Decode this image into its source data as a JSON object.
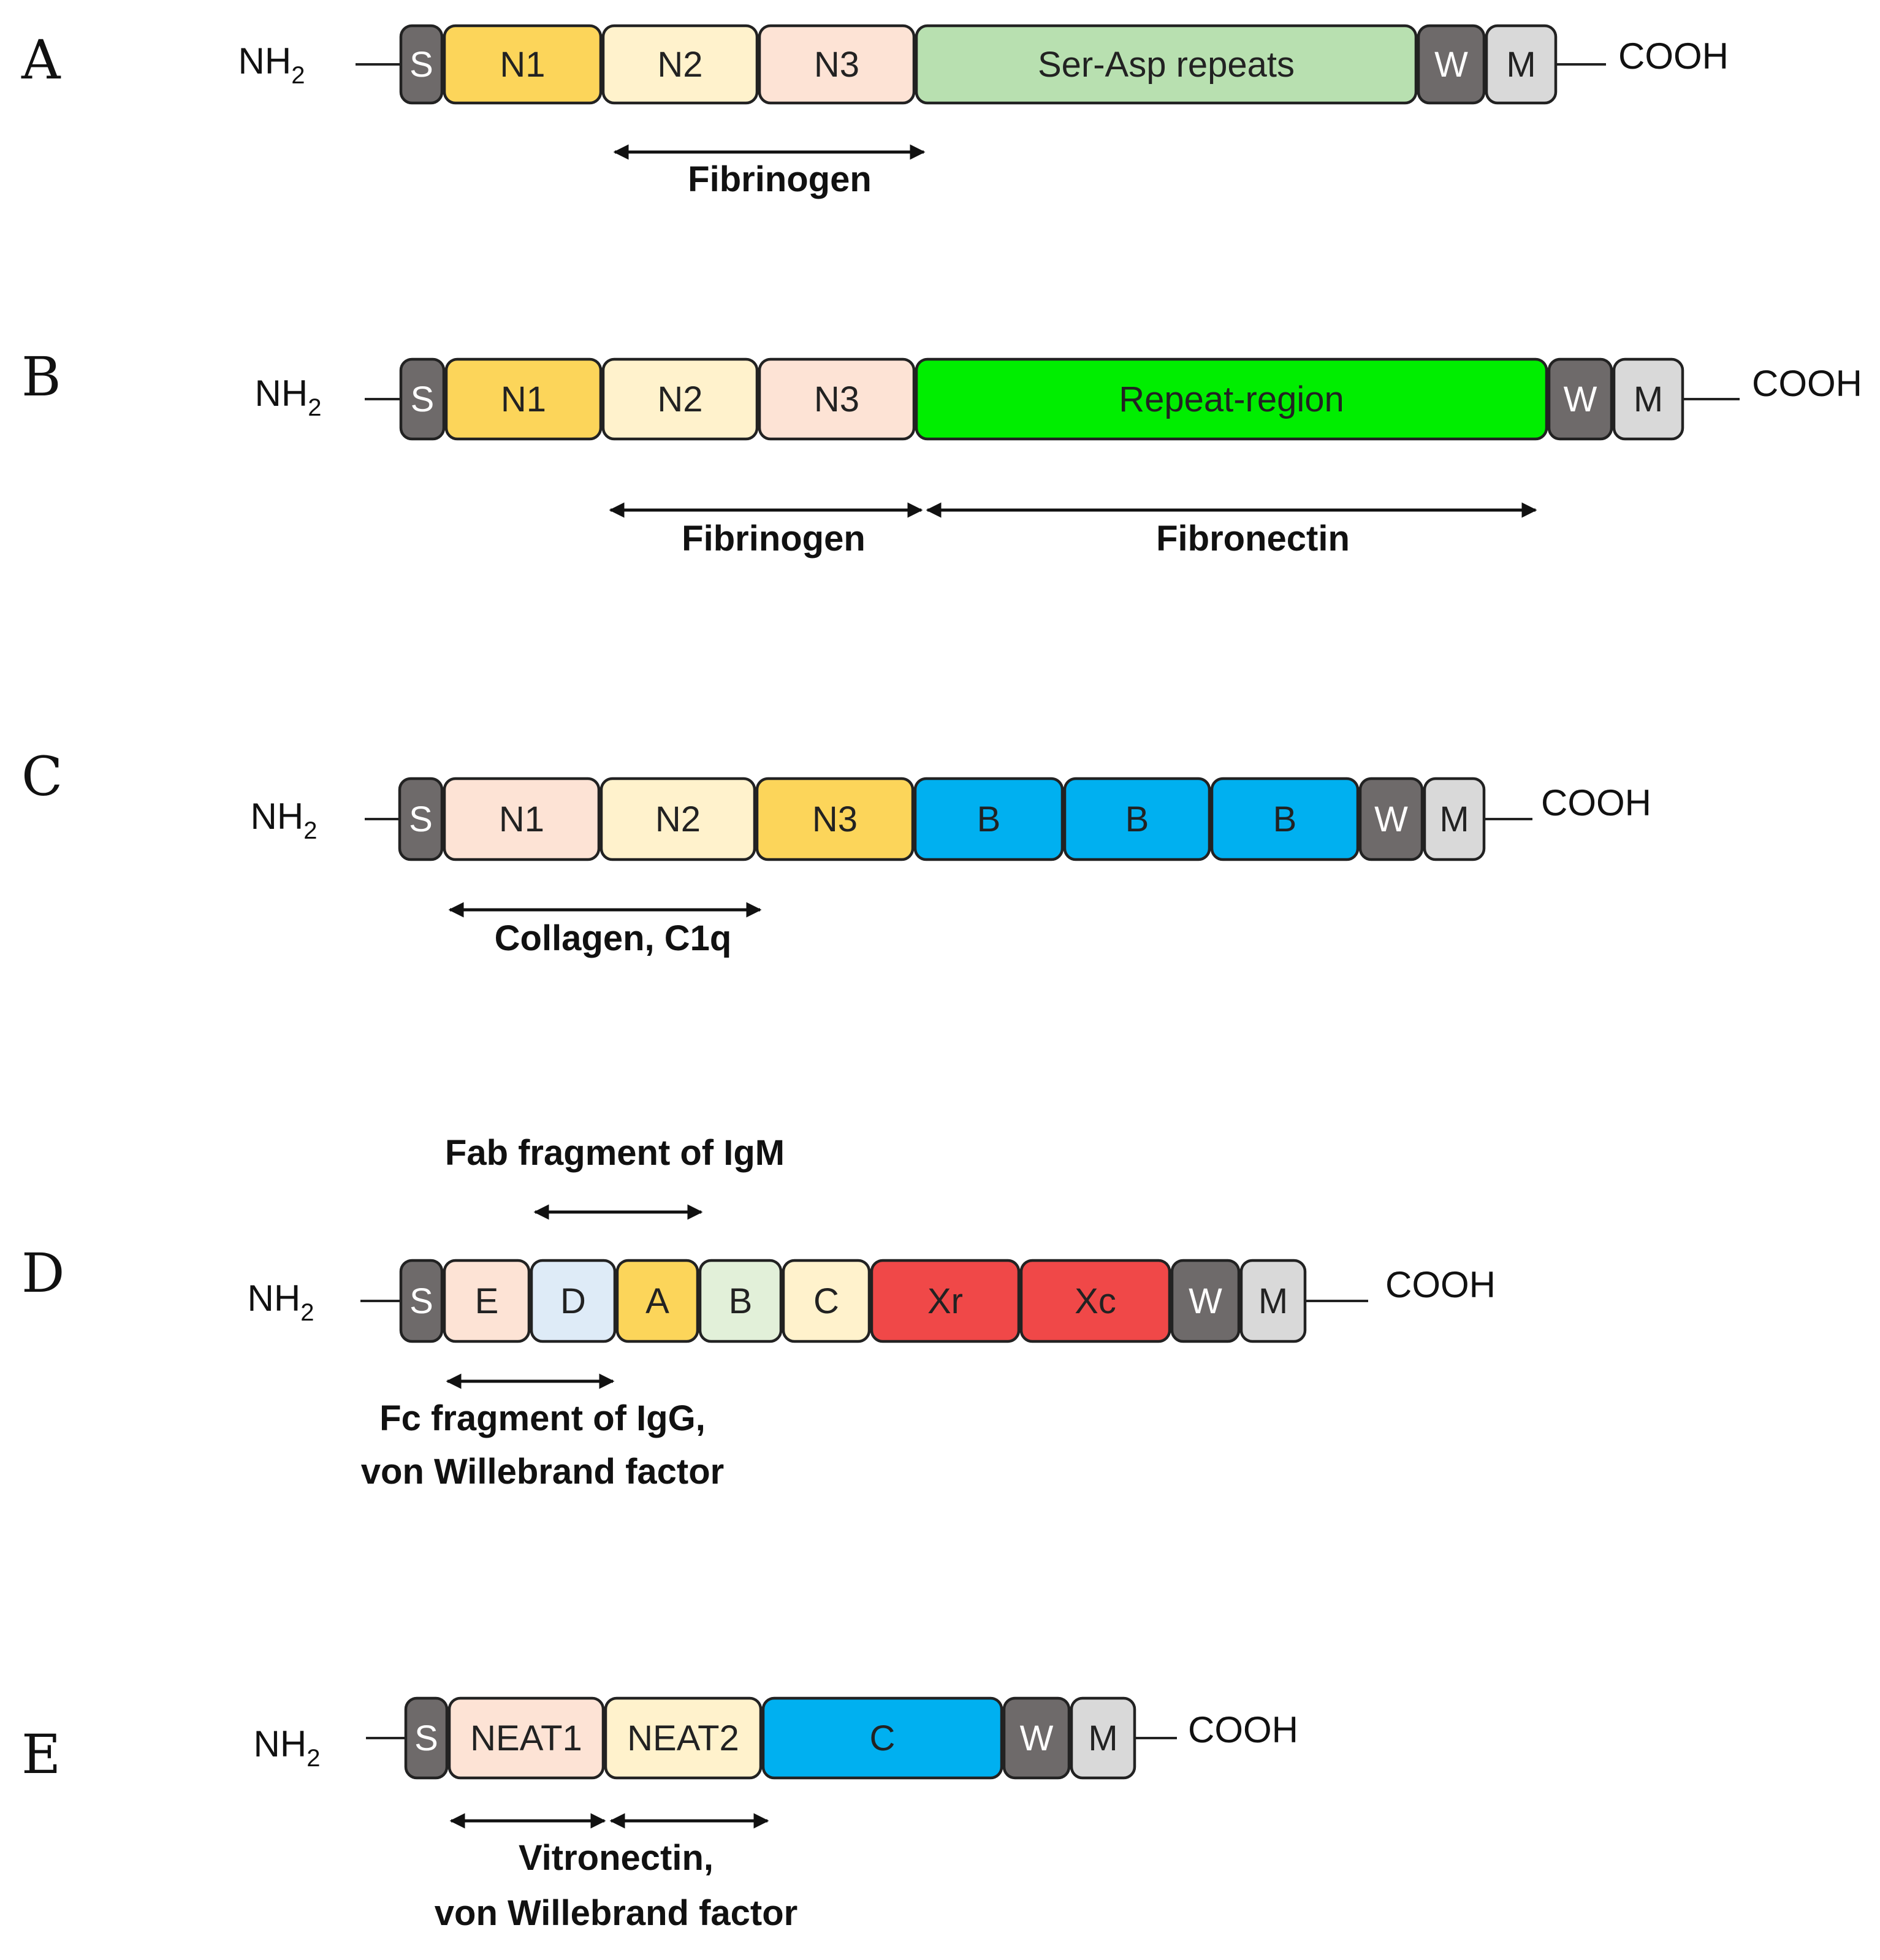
{
  "rows": [
    {
      "letter": "A",
      "n_terminus": "NH",
      "n_sub": "2",
      "c_terminus": "COOH",
      "domains": [
        {
          "label": "S",
          "color": "#6e6a6a",
          "text": "light"
        },
        {
          "label": "N1",
          "color": "#fcd55a"
        },
        {
          "label": "N2",
          "color": "#fff2cc"
        },
        {
          "label": "N3",
          "color": "#fde3d5"
        },
        {
          "label": "Ser-Asp repeats",
          "color": "#b8e0b0"
        },
        {
          "label": "W",
          "color": "#6e6a6a",
          "text": "light"
        },
        {
          "label": "M",
          "color": "#d9d9d9"
        }
      ],
      "bindings": [
        {
          "label": "Fibrinogen"
        }
      ]
    },
    {
      "letter": "B",
      "n_terminus": "NH",
      "n_sub": "2",
      "c_terminus": "COOH",
      "domains": [
        {
          "label": "S",
          "color": "#6e6a6a",
          "text": "light"
        },
        {
          "label": "N1",
          "color": "#fcd55a"
        },
        {
          "label": "N2",
          "color": "#fff2cc"
        },
        {
          "label": "N3",
          "color": "#fde3d5"
        },
        {
          "label": "Repeat-region",
          "color": "#00ee00"
        },
        {
          "label": "W",
          "color": "#6e6a6a",
          "text": "light"
        },
        {
          "label": "M",
          "color": "#d9d9d9"
        }
      ],
      "bindings": [
        {
          "label": "Fibrinogen"
        },
        {
          "label": "Fibronectin"
        }
      ]
    },
    {
      "letter": "C",
      "n_terminus": "NH",
      "n_sub": "2",
      "c_terminus": "COOH",
      "domains": [
        {
          "label": "S",
          "color": "#6e6a6a",
          "text": "light"
        },
        {
          "label": "N1",
          "color": "#fde3d5"
        },
        {
          "label": "N2",
          "color": "#fff2cc"
        },
        {
          "label": "N3",
          "color": "#fcd55a"
        },
        {
          "label": "B",
          "color": "#00b0f0"
        },
        {
          "label": "B",
          "color": "#00b0f0"
        },
        {
          "label": "B",
          "color": "#00b0f0"
        },
        {
          "label": "W",
          "color": "#6e6a6a",
          "text": "light"
        },
        {
          "label": "M",
          "color": "#d9d9d9"
        }
      ],
      "bindings": [
        {
          "label": "Collagen, C1q"
        }
      ]
    },
    {
      "letter": "D",
      "n_terminus": "NH",
      "n_sub": "2",
      "c_terminus": "COOH",
      "domains": [
        {
          "label": "S",
          "color": "#6e6a6a",
          "text": "light"
        },
        {
          "label": "E",
          "color": "#fde3d5"
        },
        {
          "label": "D",
          "color": "#deebf7"
        },
        {
          "label": "A",
          "color": "#fcd55a"
        },
        {
          "label": "B",
          "color": "#e2f0d9"
        },
        {
          "label": "C",
          "color": "#fff2cc"
        },
        {
          "label": "Xr",
          "color": "#f04848"
        },
        {
          "label": "Xc",
          "color": "#f04848"
        },
        {
          "label": "W",
          "color": "#6e6a6a",
          "text": "light"
        },
        {
          "label": "M",
          "color": "#d9d9d9"
        }
      ],
      "bindings": [
        {
          "label": "Fab fragment of IgM"
        },
        {
          "label": "Fc fragment of IgG,",
          "label2": "von Willebrand factor"
        }
      ]
    },
    {
      "letter": "E",
      "n_terminus": "NH",
      "n_sub": "2",
      "c_terminus": "COOH",
      "domains": [
        {
          "label": "S",
          "color": "#6e6a6a",
          "text": "light"
        },
        {
          "label": "NEAT1",
          "color": "#fde3d5"
        },
        {
          "label": "NEAT2",
          "color": "#fff2cc"
        },
        {
          "label": "C",
          "color": "#00b0f0"
        },
        {
          "label": "W",
          "color": "#6e6a6a",
          "text": "light"
        },
        {
          "label": "M",
          "color": "#d9d9d9"
        }
      ],
      "bindings": [
        {
          "label": "Vitronectin,",
          "label2": "von Willebrand factor"
        }
      ]
    }
  ]
}
